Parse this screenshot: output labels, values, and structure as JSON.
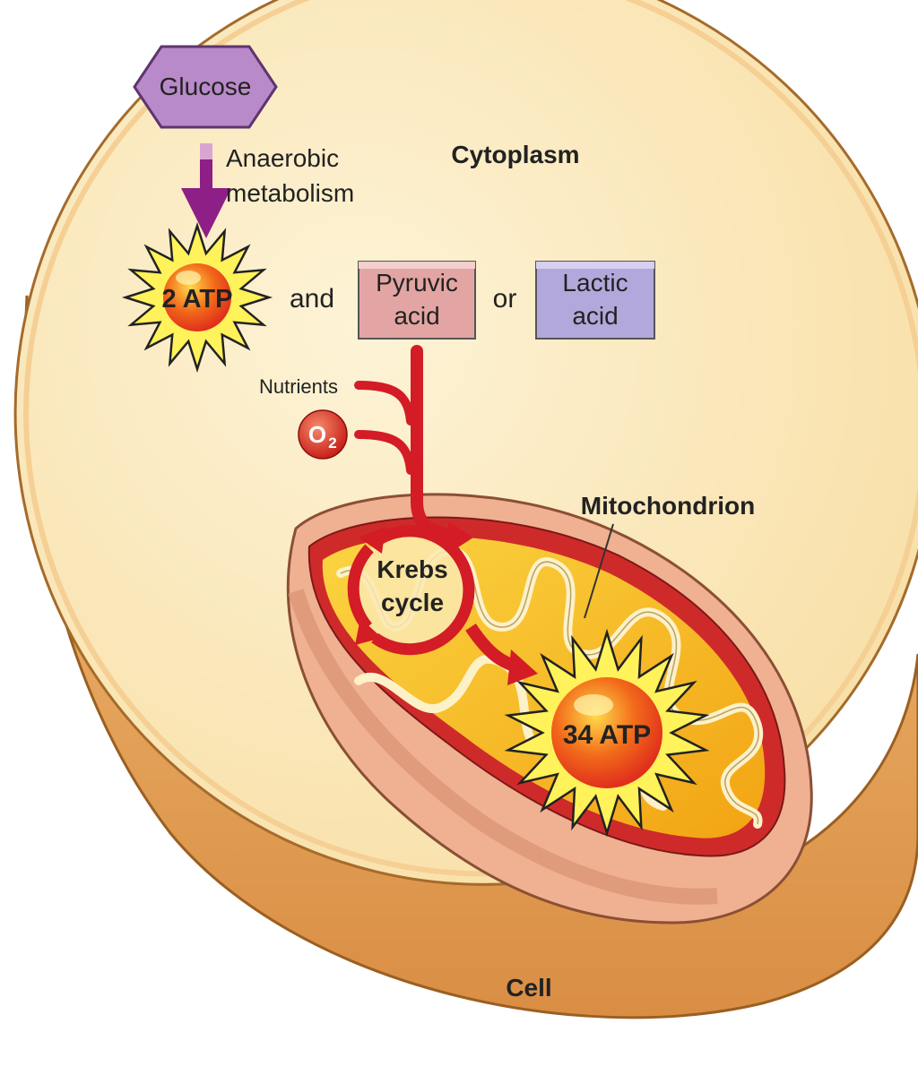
{
  "labels": {
    "glucose": "Glucose",
    "anaerobic_line1": "Anaerobic",
    "anaerobic_line2": "metabolism",
    "cytoplasm": "Cytoplasm",
    "atp_small": "2 ATP",
    "and": "and",
    "pyruvic_line1": "Pyruvic",
    "pyruvic_line2": "acid",
    "or": "or",
    "lactic_line1": "Lactic",
    "lactic_line2": "acid",
    "nutrients": "Nutrients",
    "oxygen": "O",
    "oxygen_sub": "2",
    "mitochondrion": "Mitochondrion",
    "krebs_line1": "Krebs",
    "krebs_line2": "cycle",
    "atp_large": "34 ATP",
    "cell": "Cell"
  },
  "colors": {
    "cell_top": "#fbe6b4",
    "cell_side": "#e8a860",
    "glucose": "#b98ac9",
    "metabolism_arrow": "#8e1f86",
    "pyruvic_box": "#e3a5a3",
    "lactic_box": "#b3a8db",
    "pathway_red": "#d31c25",
    "mito_outer": "#efb191",
    "mito_matrix": "#f7c21d",
    "burst_yellow": "#fff25a"
  }
}
